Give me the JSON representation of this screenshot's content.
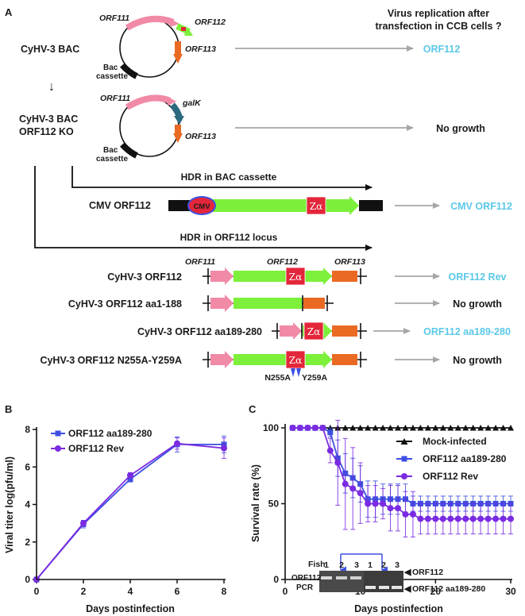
{
  "colors": {
    "green": "#7cf03a",
    "pink": "#f08aa6",
    "orange": "#ea6a24",
    "teal": "#2c6a7e",
    "red": "#e4263a",
    "cyan": "#5bc8e8",
    "gray": "#a6a6a6",
    "blue": "#3d4fe0",
    "purple": "#7a2be2"
  },
  "panel_a": {
    "label": "A",
    "header_line1": "Virus replication after",
    "header_line2": "transfection in CCB cells ?",
    "bac_name": "CyHV-3 BAC",
    "ko_name_line1": "CyHV-3 BAC",
    "ko_name_line2": "ORF112 KO",
    "orf111": "ORF111",
    "orf112": "ORF112",
    "orf113": "ORF113",
    "galk": "galK",
    "bac_cassette_line1": "Bac",
    "bac_cassette_line2": "cassette",
    "bac_result": "ORF112",
    "ko_result": "No growth",
    "hdr_cassette": "HDR in BAC cassette",
    "cmv_name": "CMV ORF112",
    "cmv_box": "CMV",
    "zalpha": "Zα",
    "cmv_result": "CMV ORF112",
    "hdr_locus": "HDR in ORF112 locus",
    "constructs": [
      {
        "name": "CyHV-3 ORF112",
        "result": "ORF112 Rev"
      },
      {
        "name": "CyHV-3 ORF112 aa1-188",
        "result": "No growth"
      },
      {
        "name": "CyHV-3 ORF112 aa189-280",
        "result": "ORF112 aa189-280"
      },
      {
        "name": "CyHV-3 ORF112 N255A-Y259A",
        "result": "No growth"
      }
    ],
    "mutation_left": "N255A",
    "mutation_right": "Y259A"
  },
  "panel_b": {
    "label": "B",
    "chart_data": {
      "type": "line",
      "xlabel": "Days postinfection",
      "ylabel": "Viral titer log(pfu/ml)",
      "xlim": [
        0,
        8
      ],
      "ylim": [
        0,
        8
      ],
      "xticks": [
        "0",
        "2",
        "4",
        "6",
        "8"
      ],
      "yticks": [
        "0",
        "2",
        "4",
        "6",
        "8"
      ],
      "legend_position": "top-left",
      "series": [
        {
          "name": "ORF112 aa189-280",
          "color": "#3d4fe0",
          "marker": "square",
          "x": [
            0,
            2,
            4,
            6,
            8
          ],
          "y": [
            0,
            2.95,
            5.35,
            7.2,
            7.2
          ],
          "err": [
            0,
            0.2,
            0.15,
            0.4,
            0.45
          ]
        },
        {
          "name": "ORF112 Rev",
          "color": "#7a2be2",
          "marker": "circle",
          "x": [
            0,
            2,
            4,
            6,
            8
          ],
          "y": [
            0,
            3.0,
            5.55,
            7.25,
            7.0
          ],
          "err": [
            0,
            0.15,
            0.15,
            0.3,
            0.55
          ]
        }
      ]
    }
  },
  "panel_c": {
    "label": "C",
    "chart_data": {
      "type": "line",
      "xlabel": "Days postinfection",
      "ylabel": "Survival rate (%)",
      "xlim": [
        0,
        30
      ],
      "ylim": [
        0,
        100
      ],
      "xticks": [
        "0",
        "10",
        "20",
        "30"
      ],
      "yticks": [
        "0",
        "50",
        "100"
      ],
      "legend_position": "right",
      "series": [
        {
          "name": "Mock-infected",
          "color": "#111111",
          "marker": "triangle",
          "x": [
            1,
            2,
            3,
            4,
            5,
            6,
            7,
            8,
            9,
            10,
            11,
            12,
            13,
            14,
            15,
            16,
            17,
            18,
            19,
            20,
            21,
            22,
            23,
            24,
            25,
            26,
            27,
            28,
            29,
            30
          ],
          "y": [
            100,
            100,
            100,
            100,
            100,
            100,
            100,
            100,
            100,
            100,
            100,
            100,
            100,
            100,
            100,
            100,
            100,
            100,
            100,
            100,
            100,
            100,
            100,
            100,
            100,
            100,
            100,
            100,
            100,
            100
          ],
          "err": []
        },
        {
          "name": "ORF112 aa189-280",
          "color": "#3d4fe0",
          "marker": "square",
          "x": [
            1,
            2,
            3,
            4,
            5,
            6,
            7,
            8,
            9,
            10,
            11,
            12,
            13,
            14,
            15,
            16,
            17,
            18,
            19,
            20,
            21,
            22,
            23,
            24,
            25,
            26,
            27,
            28,
            29,
            30
          ],
          "y": [
            100,
            100,
            100,
            100,
            100,
            97,
            80,
            70,
            67,
            63,
            53,
            53,
            53,
            53,
            53,
            53,
            50,
            50,
            50,
            50,
            50,
            50,
            50,
            50,
            50,
            50,
            50,
            50,
            50,
            50
          ],
          "err": [
            0,
            0,
            0,
            0,
            0,
            3,
            12,
            13,
            13,
            12,
            12,
            12,
            10,
            10,
            10,
            10,
            5,
            5,
            5,
            5,
            5,
            5,
            5,
            5,
            5,
            5,
            5,
            5,
            5,
            5
          ]
        },
        {
          "name": "ORF112 Rev",
          "color": "#7a2be2",
          "marker": "circle",
          "x": [
            1,
            2,
            3,
            4,
            5,
            6,
            7,
            8,
            9,
            10,
            11,
            12,
            13,
            14,
            15,
            16,
            17,
            18,
            19,
            20,
            21,
            22,
            23,
            24,
            25,
            26,
            27,
            28,
            29,
            30
          ],
          "y": [
            100,
            100,
            100,
            100,
            100,
            85,
            77,
            63,
            60,
            57,
            50,
            50,
            50,
            47,
            47,
            43,
            43,
            40,
            40,
            40,
            40,
            40,
            40,
            40,
            40,
            40,
            40,
            40,
            40,
            40
          ],
          "err": [
            0,
            0,
            0,
            0,
            0,
            8,
            28,
            30,
            27,
            20,
            12,
            12,
            10,
            15,
            15,
            15,
            15,
            10,
            10,
            10,
            10,
            10,
            10,
            10,
            10,
            10,
            10,
            10,
            10,
            10
          ]
        }
      ]
    },
    "gel": {
      "fish_label": "Fish",
      "lanes": [
        "1",
        "2",
        "3",
        "1",
        "2",
        "3"
      ],
      "row_label_line1": "ORF112",
      "row_label_line2": "PCR",
      "band_upper": "ORF112",
      "band_lower": "ORF112 aa189-280"
    }
  }
}
